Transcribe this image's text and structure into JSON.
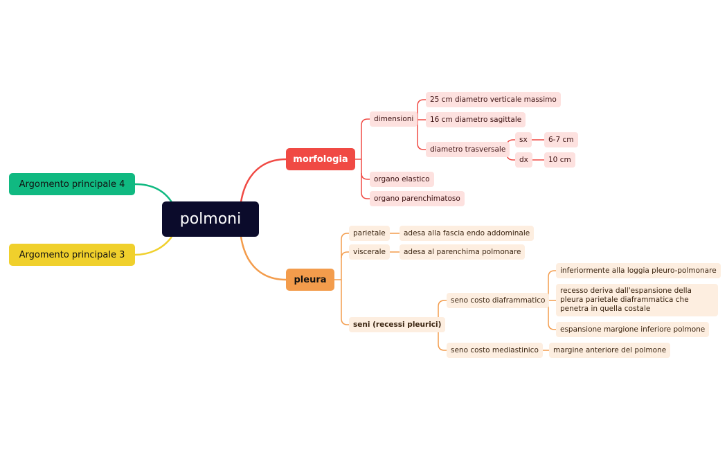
{
  "colors": {
    "root_bg": "#0b0b2b",
    "branch_red": "#f04a44",
    "branch_orange": "#f39c4c",
    "branch_green": "#10b981",
    "branch_yellow": "#f0d02c",
    "sub_red_bg": "#fde1df",
    "sub_orange_bg": "#fdeee0"
  },
  "root": {
    "label": "polmoni"
  },
  "left_topics": {
    "topic4": "Argomento principale 4",
    "topic3": "Argomento principale 3"
  },
  "morfologia": {
    "label": "morfologia",
    "dimensioni": {
      "label": "dimensioni",
      "verticale": "25 cm diametro verticale massimo",
      "sagittale": "16 cm diametro sagittale",
      "trasversale": {
        "label": "diametro trasversale",
        "sx": "sx",
        "sx_value": "6-7 cm",
        "dx": "dx",
        "dx_value": "10 cm"
      }
    },
    "elastico": "organo elastico",
    "parenchimatoso": "organo parenchimatoso"
  },
  "pleura": {
    "label": "pleura",
    "parietale": {
      "label": "parietale",
      "detail": "adesa alla fascia endo addominale"
    },
    "viscerale": {
      "label": "viscerale",
      "detail": "adesa al parenchima polmonare"
    },
    "seni": {
      "label": "seni (recessi pleurici)",
      "costo_diaframmatico": {
        "label": "seno costo diaframmatico",
        "d1": "inferiormente alla loggia pleuro-polmonare",
        "d2": "recesso deriva dall'espansione della pleura parietale diaframmatica che penetra in quella costale",
        "d3": "espansione margione inferiore polmone"
      },
      "costo_mediastinico": {
        "label": "seno costo mediastinico",
        "d1": "margine anteriore del polmone"
      }
    }
  }
}
